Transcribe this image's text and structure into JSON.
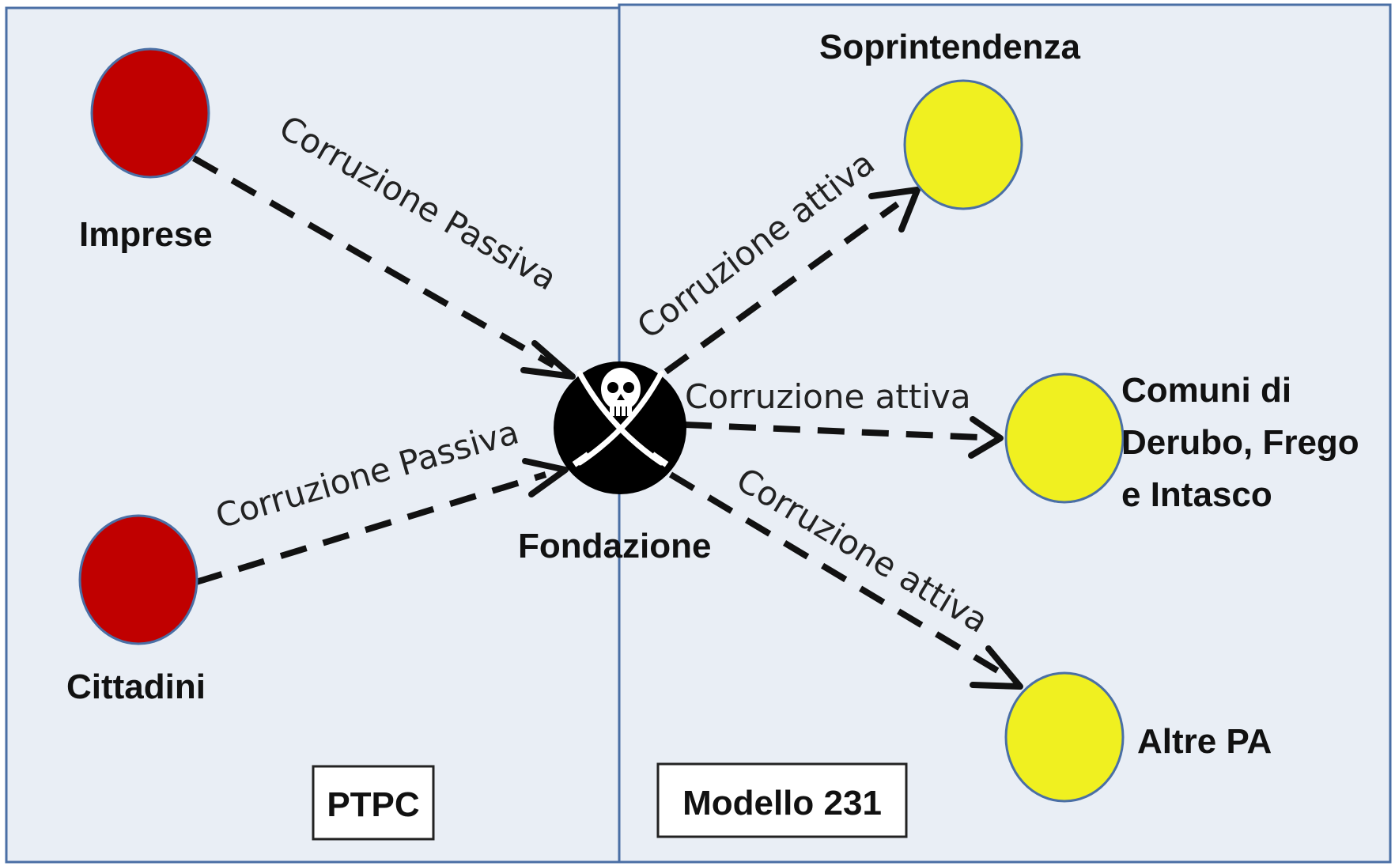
{
  "regions": {
    "left": "PTPC",
    "right": "Modello 231"
  },
  "nodes": {
    "imprese": "Imprese",
    "cittadini": "Cittadini",
    "fondazione": "Fondazione",
    "soprintendenza": "Soprintendenza",
    "comuni": [
      "Comuni di",
      "Derubo, Frego",
      "e Intasco"
    ],
    "altre_pa": "Altre PA"
  },
  "edges": {
    "imprese_to_fondazione": "Corruzione Passiva",
    "cittadini_to_fondazione": "Corruzione Passiva",
    "fondazione_to_soprintendenza": "Corruzione attiva",
    "fondazione_to_comuni": "Corruzione attiva",
    "fondazione_to_altre_pa": "Corruzione attiva"
  },
  "colors": {
    "source_nodes": "#c00000",
    "target_nodes": "#f0f020",
    "center_node": "#000000",
    "background": "#e9eef5",
    "border": "#4a6fa5"
  },
  "icons": {
    "center": "jolly-roger-icon"
  }
}
